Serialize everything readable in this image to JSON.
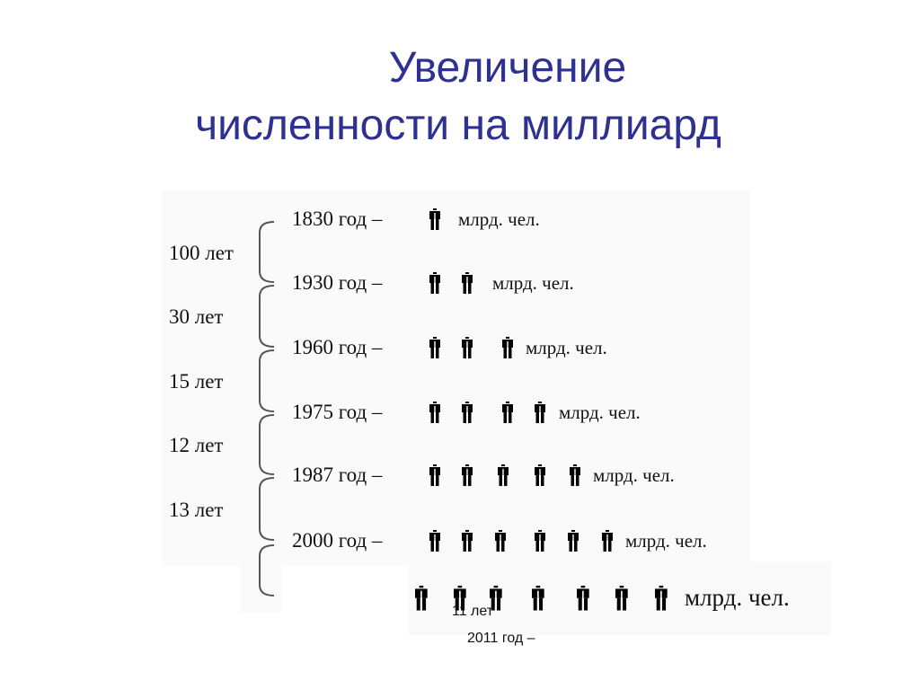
{
  "title": {
    "line1": "Увеличение",
    "line2": "численности на миллиард"
  },
  "rows": [
    {
      "year_label": "1830 год –",
      "people": 1,
      "unit": "млрд. чел."
    },
    {
      "year_label": "1930 год –",
      "people": 2,
      "unit": "млрд. чел."
    },
    {
      "year_label": "1960 год –",
      "people": 3,
      "unit": "млрд. чел."
    },
    {
      "year_label": "1975 год –",
      "people": 4,
      "unit": "млрд. чел."
    },
    {
      "year_label": "1987 год –",
      "people": 5,
      "unit": "млрд. чел."
    },
    {
      "year_label": "2000 год –",
      "people": 6,
      "unit": "млрд. чел."
    }
  ],
  "intervals": [
    "100 лет",
    "30 лет",
    "15 лет",
    "12 лет",
    "13 лет"
  ],
  "last": {
    "interval": "11 лет",
    "year_label": "2011 год –",
    "people": 7,
    "unit": "млрд. чел."
  },
  "icon": "person-icon",
  "colors": {
    "title": "#2e3192"
  }
}
